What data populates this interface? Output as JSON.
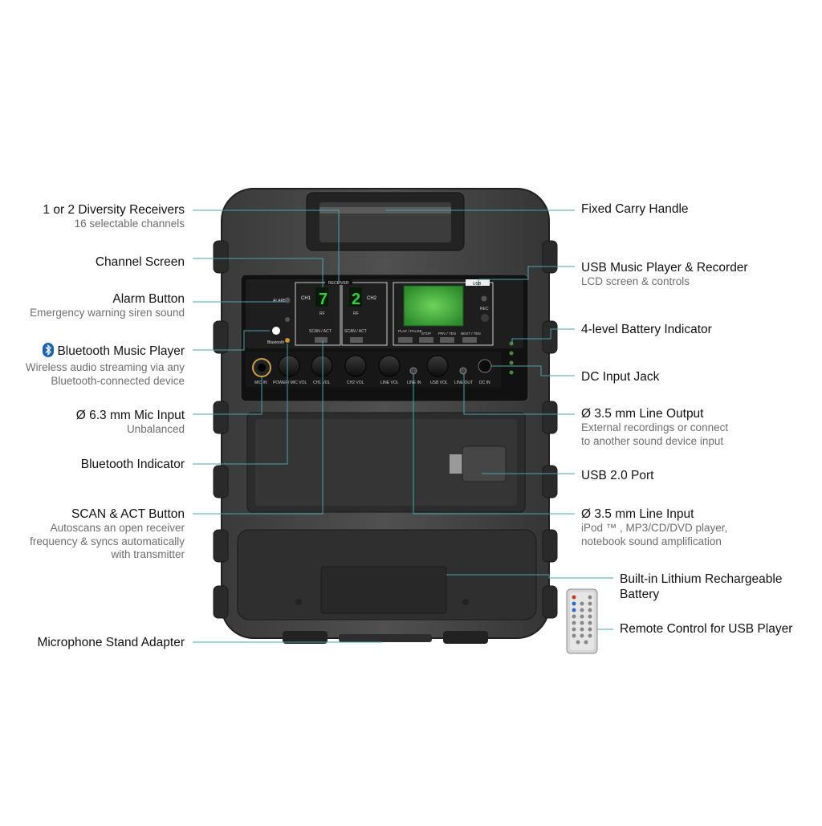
{
  "device_panel": {
    "receiver_label": "RECEIVER",
    "usb_label": "USB",
    "alarm_label": "ALARM",
    "bluetooth_label": "Bluetooth",
    "ch1_label": "CH1",
    "ch2_label": "CH2",
    "ch1_display": "7",
    "ch2_display": "2",
    "rf_label": "RF",
    "scan_act_label": "SCAN / ACT",
    "rec_label": "REC",
    "buttons": [
      "PLAY / PAUSE",
      "STOP",
      "PRV / TEN",
      "NEXT / TEN"
    ],
    "knob_labels": [
      "MIC IN",
      "POWER/ MIC VOL",
      "CH1 VOL",
      "CH2 VOL",
      "LINE VOL",
      "LINE IN",
      "USB VOL",
      "LINE OUT",
      "DC IN"
    ]
  },
  "callouts_left": [
    {
      "id": "diversity-receivers",
      "title": "1 or 2 Diversity Receivers",
      "desc": [
        "16 selectable channels"
      ]
    },
    {
      "id": "channel-screen",
      "title": "Channel Screen",
      "desc": []
    },
    {
      "id": "alarm-button",
      "title": "Alarm Button",
      "desc": [
        "Emergency warning siren sound"
      ]
    },
    {
      "id": "bluetooth-music-player",
      "title": "Bluetooth Music Player",
      "desc": [
        "Wireless audio streaming via any",
        "Bluetooth-connected device"
      ]
    },
    {
      "id": "mic-input",
      "title": "Ø 6.3 mm Mic Input",
      "desc": [
        "Unbalanced"
      ]
    },
    {
      "id": "bluetooth-indicator",
      "title": "Bluetooth Indicator",
      "desc": []
    },
    {
      "id": "scan-act-button",
      "title": "SCAN & ACT Button",
      "desc": [
        "Autoscans an open receiver",
        "frequency & syncs automatically",
        "with transmitter"
      ]
    },
    {
      "id": "mic-stand-adapter",
      "title": "Microphone Stand Adapter",
      "desc": []
    }
  ],
  "callouts_right": [
    {
      "id": "carry-handle",
      "title": "Fixed Carry Handle",
      "desc": []
    },
    {
      "id": "usb-player-recorder",
      "title": "USB Music Player & Recorder",
      "desc": [
        "LCD screen & controls"
      ]
    },
    {
      "id": "battery-indicator",
      "title": "4-level Battery Indicator",
      "desc": []
    },
    {
      "id": "dc-input-jack",
      "title": "DC Input Jack",
      "desc": []
    },
    {
      "id": "line-output",
      "title": "Ø 3.5 mm Line Output",
      "desc": [
        "External recordings or connect",
        "to another sound device input"
      ]
    },
    {
      "id": "usb-port",
      "title": "USB 2.0 Port",
      "desc": []
    },
    {
      "id": "line-input",
      "title": "Ø 3.5 mm Line Input",
      "desc": [
        "iPod ™ , MP3/CD/DVD player,",
        "notebook sound amplification"
      ]
    },
    {
      "id": "lithium-battery",
      "title": "Built-in Lithium Rechargeable",
      "desc": []
    },
    {
      "id": "lithium-battery-2",
      "title": "Battery",
      "desc": []
    },
    {
      "id": "remote-control",
      "title": "Remote Control for USB Player",
      "desc": []
    }
  ],
  "colors": {
    "leader_line": "#4aa3a8",
    "body": "#2b2b2b",
    "panel": "#1a1a1a",
    "lcd": "#3fa63a",
    "bluetooth": "#1b62b4"
  }
}
